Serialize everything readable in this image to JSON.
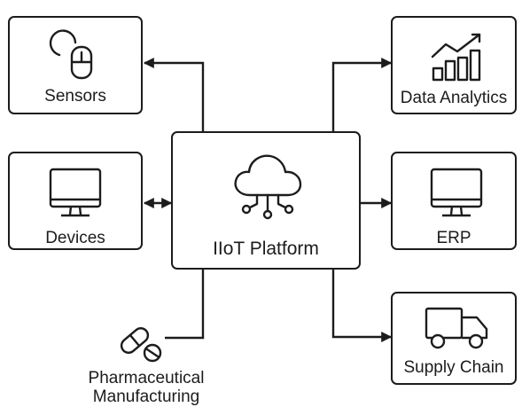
{
  "center": {
    "label": "IIoT Platform",
    "icon": "cloud-network-icon"
  },
  "nodes": {
    "sensors": {
      "label": "Sensors",
      "icon": "sensor-icon"
    },
    "devices": {
      "label": "Devices",
      "icon": "monitor-icon"
    },
    "data_analytics": {
      "label": "Data Analytics",
      "icon": "bar-chart-icon"
    },
    "erp": {
      "label": "ERP",
      "icon": "monitor-icon"
    },
    "supply_chain": {
      "label": "Supply Chain",
      "icon": "truck-icon"
    },
    "pharma": {
      "line1": "Pharmaceutical",
      "line2": "Manufacturing",
      "icon": "pills-icon"
    }
  },
  "colors": {
    "stroke": "#1c1c1c",
    "background": "#ffffff"
  }
}
